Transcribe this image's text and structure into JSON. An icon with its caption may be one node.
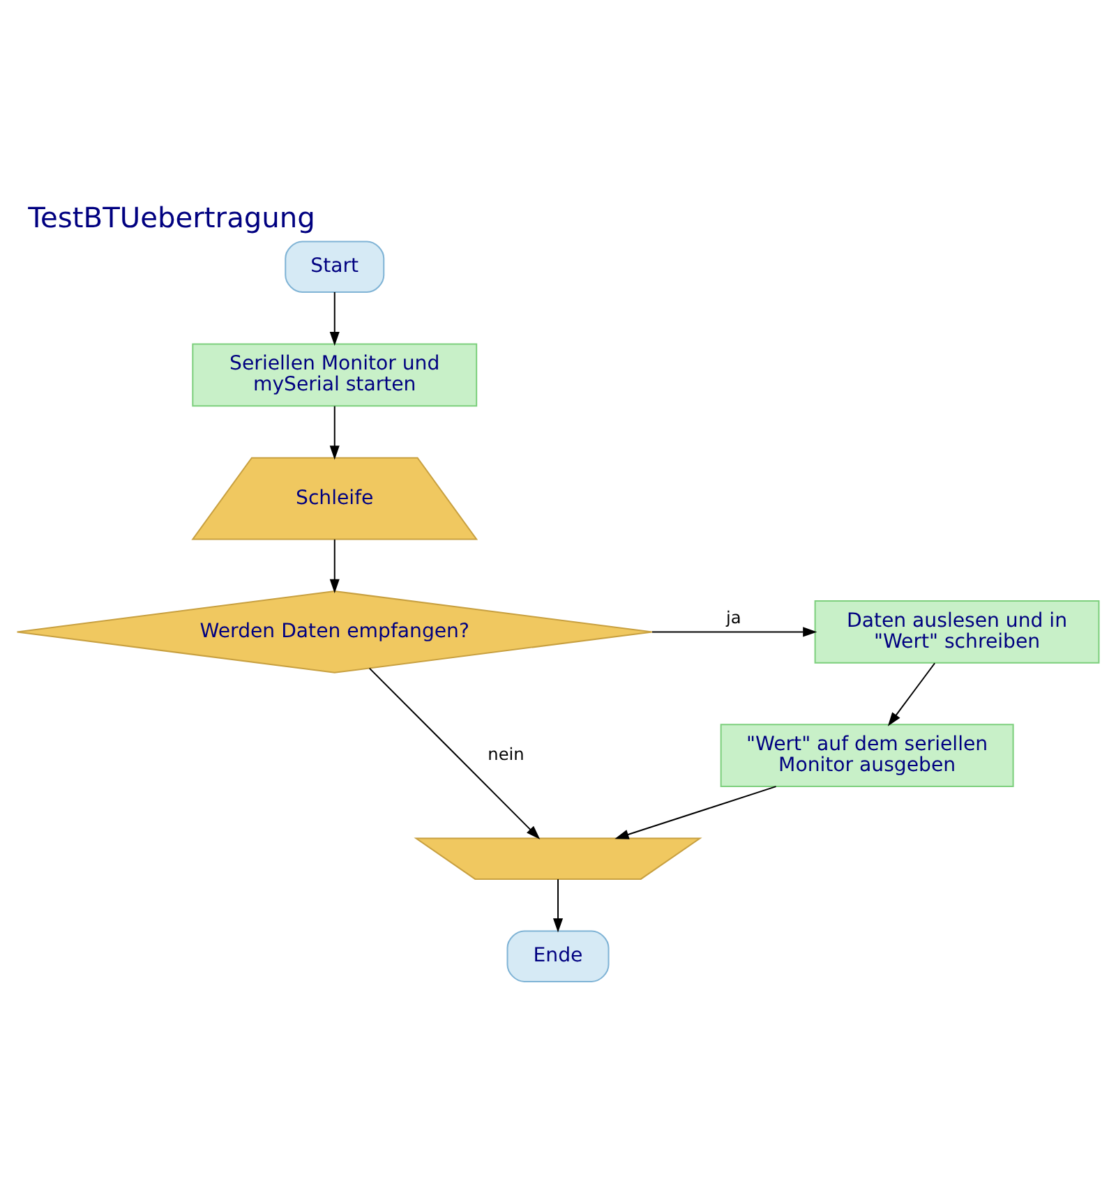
{
  "diagram": {
    "title": "TestBTUebertragung",
    "nodes": [
      {
        "text": [
          "Start"
        ]
      },
      {
        "text": [
          "Seriellen Monitor und mySerial starten"
        ]
      },
      {
        "text": [
          "Schleife"
        ]
      },
      {
        "text": [
          "Werden Daten empfangen?"
        ]
      },
      {
        "text": [
          "Daten auslesen und in \"Wert\" schreiben"
        ]
      },
      {
        "text": [
          "\"Wert\" auf dem seriellen Monitor ausgeben"
        ]
      },
      {
        "text": [],
        "shape": "trapezium"
      },
      {
        "text": [
          "Ende"
        ]
      }
    ],
    "edges": [
      {
        "from": 0,
        "to": 1,
        "arrow": "to"
      },
      {
        "from": 1,
        "to": 2,
        "arrow": "to"
      },
      {
        "from": 2,
        "to": 3,
        "arrow": "to"
      },
      {
        "from": 3,
        "to": 4,
        "arrow": "to",
        "label": "ja"
      },
      {
        "from": 4,
        "to": 5,
        "arrow": "to"
      },
      {
        "from": 3,
        "to": 6,
        "arrow": "to",
        "label": "nein"
      },
      {
        "from": 5,
        "to": 6,
        "arrow": "to"
      },
      {
        "from": 6,
        "to": 7,
        "arrow": "to"
      }
    ]
  }
}
